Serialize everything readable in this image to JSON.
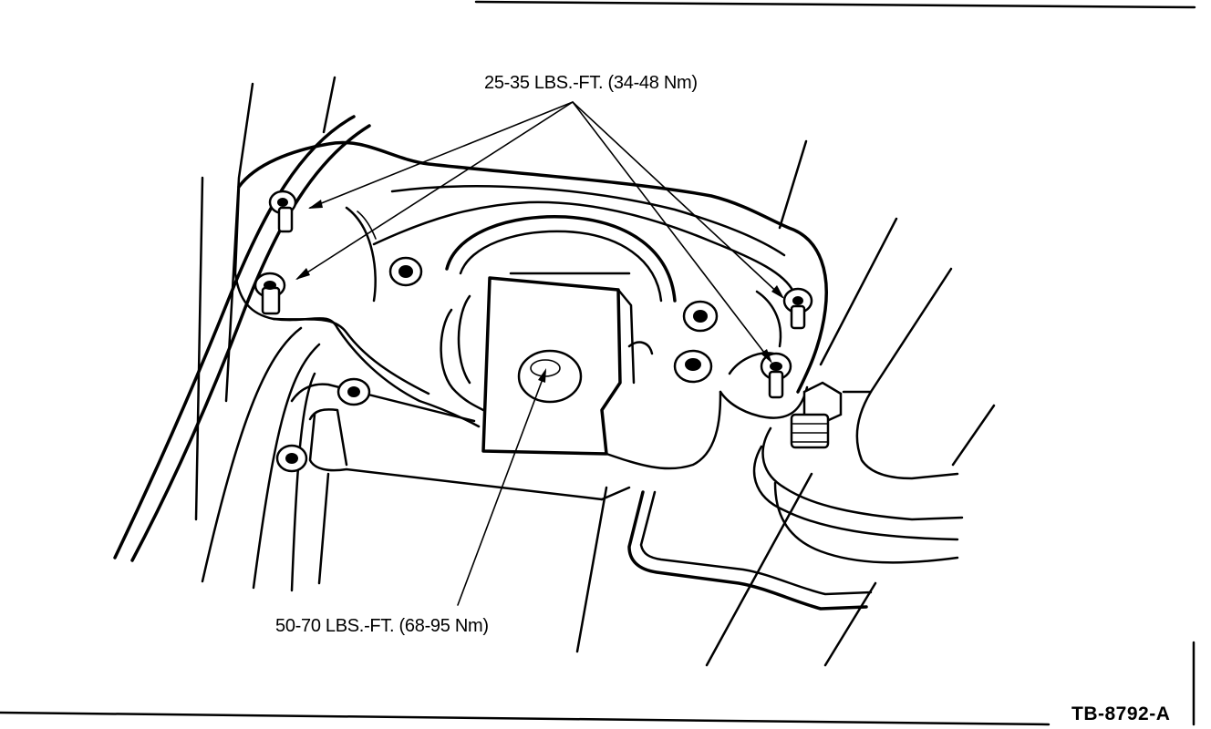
{
  "callouts": {
    "upper_torque": "25-35 LBS.-FT. (34-48 Nm)",
    "lower_torque": "50-70 LBS.-FT. (68-95 Nm)"
  },
  "figure_ref": "TB-8792-A"
}
